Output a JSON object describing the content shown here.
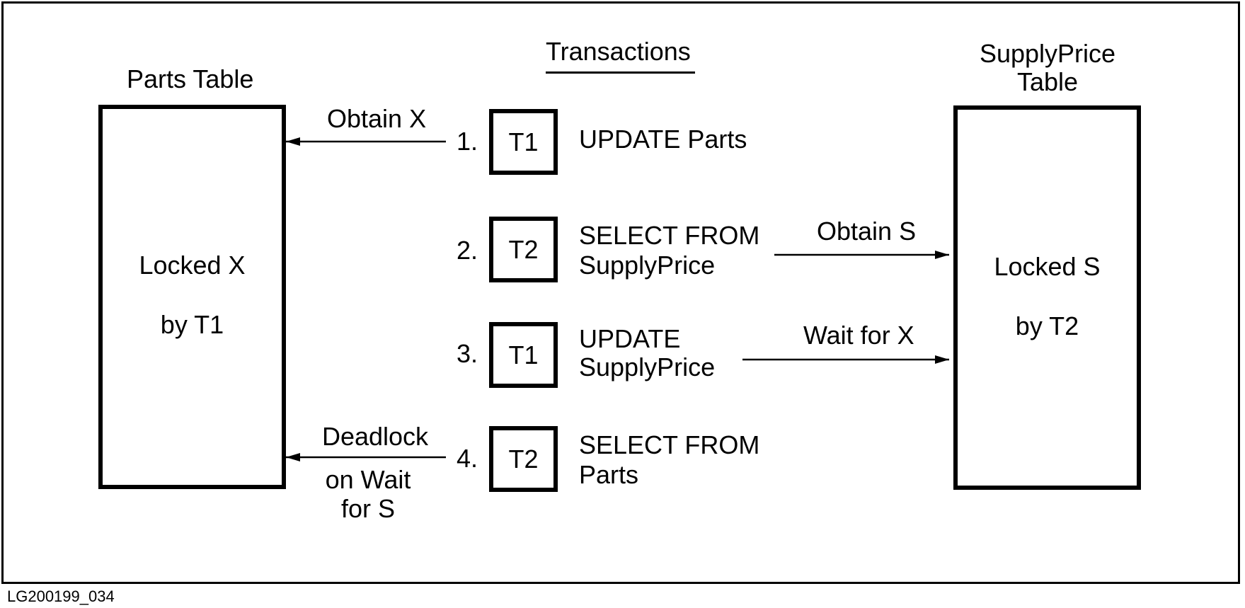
{
  "title": "Transactions",
  "figure_id": "LG200199_034",
  "parts_table": {
    "title": "Parts Table",
    "lock_line1": "Locked X",
    "lock_line2": "by T1"
  },
  "supplyprice_table": {
    "title_line1": "SupplyPrice",
    "title_line2": "Table",
    "lock_line1": "Locked S",
    "lock_line2": "by T2"
  },
  "steps": [
    {
      "number": "1.",
      "transaction": "T1",
      "statement_line1": "UPDATE Parts",
      "statement_line2": ""
    },
    {
      "number": "2.",
      "transaction": "T2",
      "statement_line1": "SELECT FROM",
      "statement_line2": "SupplyPrice"
    },
    {
      "number": "3.",
      "transaction": "T1",
      "statement_line1": "UPDATE",
      "statement_line2": "SupplyPrice"
    },
    {
      "number": "4.",
      "transaction": "T2",
      "statement_line1": "SELECT FROM",
      "statement_line2": "Parts"
    }
  ],
  "arrows": {
    "step1_label": "Obtain X",
    "step2_label": "Obtain S",
    "step3_label": "Wait for X",
    "step4_label_line1": "Deadlock",
    "step4_label_line2": "on Wait",
    "step4_label_line3": "for S"
  }
}
